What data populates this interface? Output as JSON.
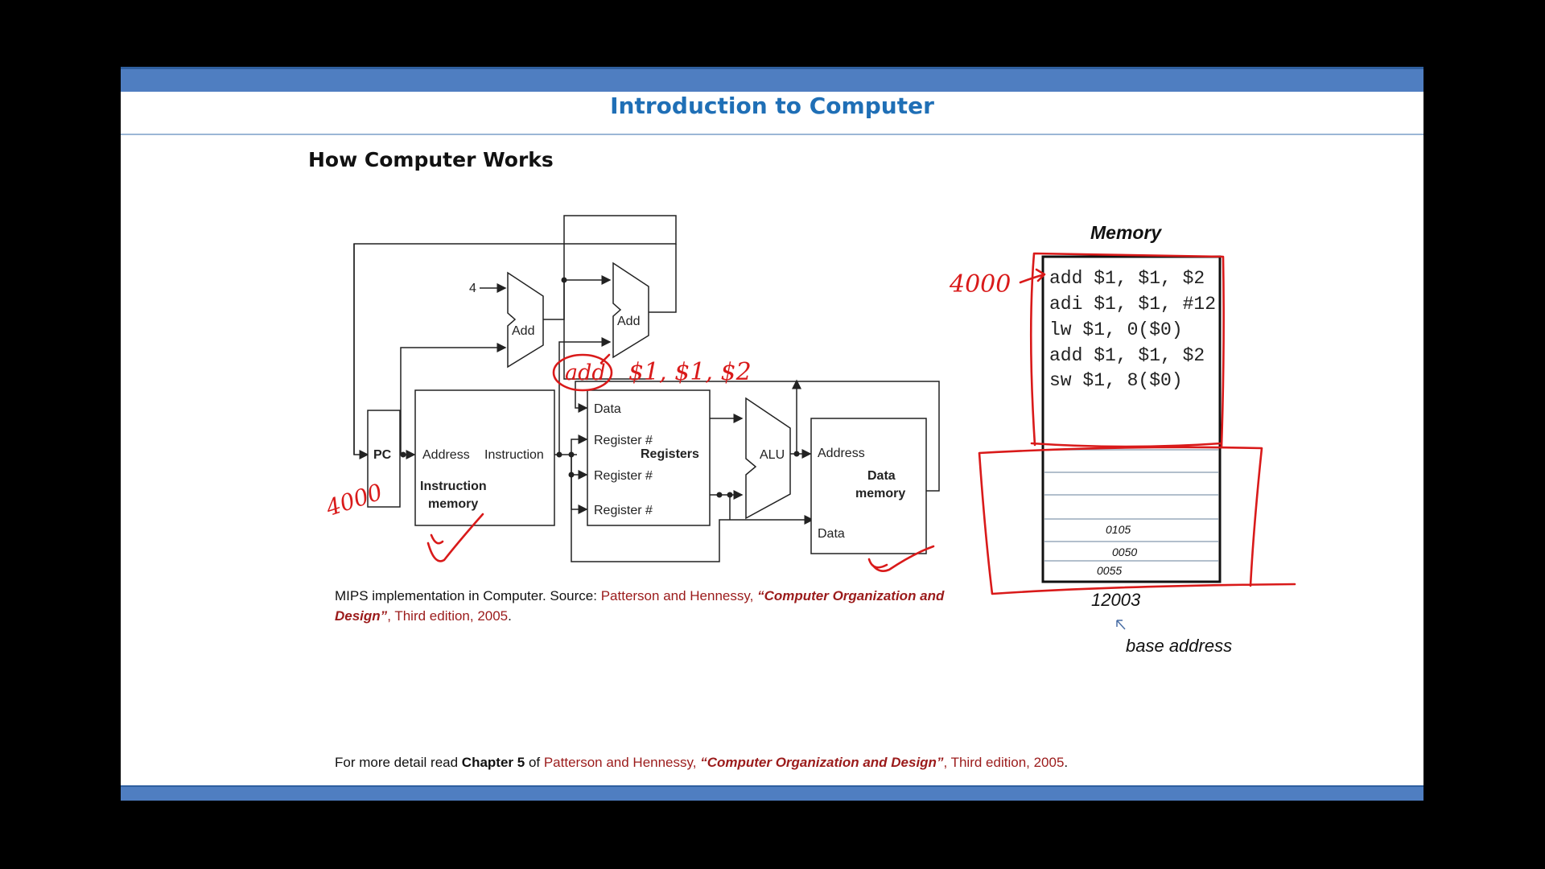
{
  "slide": {
    "title": "Introduction to Computer",
    "subtitle": "How Computer Works"
  },
  "diagram": {
    "const_four": "4",
    "add1_label": "Add",
    "add2_label": "Add",
    "pc_label": "PC",
    "im_address": "Address",
    "im_instruction": "Instruction",
    "im_title_1": "Instruction",
    "im_title_2": "memory",
    "rf_data": "Data",
    "rf_reg1": "Register #",
    "rf_reg2": "Register #",
    "rf_reg3": "Register #",
    "rf_title": "Registers",
    "alu_label": "ALU",
    "dm_address": "Address",
    "dm_title_1": "Data",
    "dm_title_2": "memory",
    "dm_data": "Data"
  },
  "caption": {
    "prefix": "MIPS implementation in Computer. Source: ",
    "authors": "Patterson and Hennessy, ",
    "book": "“Computer  Organization and Design”",
    "edition": ", Third edition, 2005",
    "end": "."
  },
  "memory": {
    "title": "Memory",
    "lines": [
      "add $1,  $1,  $2",
      "adi $1,  $1,  #12",
      "lw $1,   0($0)",
      "add $1,  $1,  $2",
      "sw $1,   8($0)"
    ],
    "data_cells": [
      "0105",
      "0050",
      "0055"
    ],
    "base_value": "12003",
    "base_label": "base address"
  },
  "annotations": {
    "add_circled": "add",
    "operands": "$1, $1, $2",
    "pc_value": "4000",
    "mem_value": "4000"
  },
  "footnote": {
    "prefix": "For more detail read ",
    "chapter": "Chapter 5",
    "mid": " of ",
    "authors": "Patterson and Hennessy, ",
    "book": "“Computer  Organization and Design”",
    "edition": ", Third edition, 2005",
    "end": "."
  }
}
